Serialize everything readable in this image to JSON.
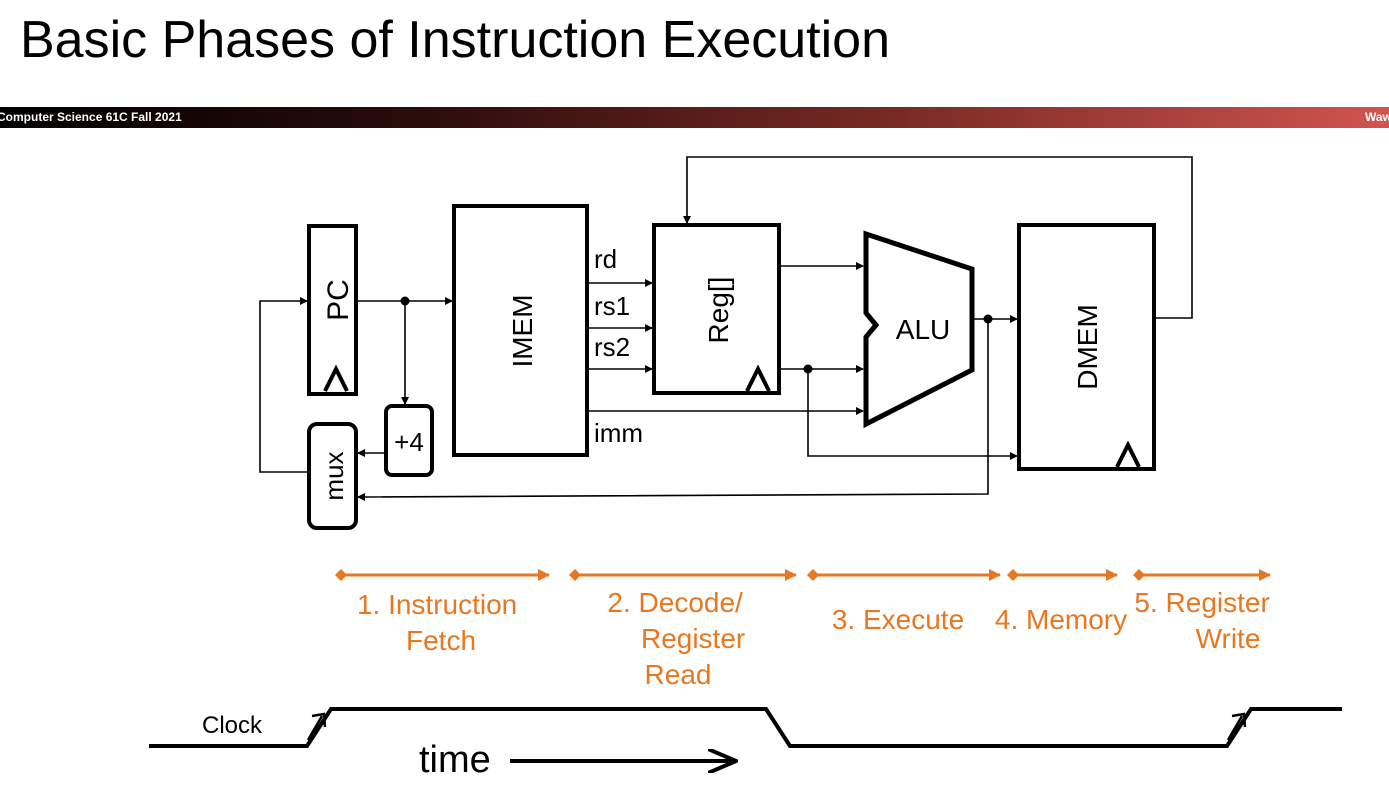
{
  "title": "Basic Phases of Instruction Execution",
  "banner": {
    "left": "Computer Science 61C Fall 2021",
    "right": "Wawrzynek & Weaver"
  },
  "blocks": {
    "pc": "PC",
    "imem": "IMEM",
    "reg": "Reg[]",
    "alu": "ALU",
    "dmem": "DMEM",
    "plus4": "+4",
    "mux": "mux"
  },
  "signals": {
    "rd": "rd",
    "rs1": "rs1",
    "rs2": "rs2",
    "imm": "imm"
  },
  "phases": [
    {
      "lines": [
        "1. Instruction",
        "Fetch"
      ]
    },
    {
      "lines": [
        "2. Decode/",
        "Register",
        "Read"
      ]
    },
    {
      "lines": [
        "3. Execute"
      ]
    },
    {
      "lines": [
        "4. Memory"
      ]
    },
    {
      "lines": [
        "5. Register",
        "Write"
      ]
    }
  ],
  "clock_label": "Clock",
  "time_label": "time",
  "colors": {
    "phase": "#e87722",
    "line": "#000000"
  }
}
